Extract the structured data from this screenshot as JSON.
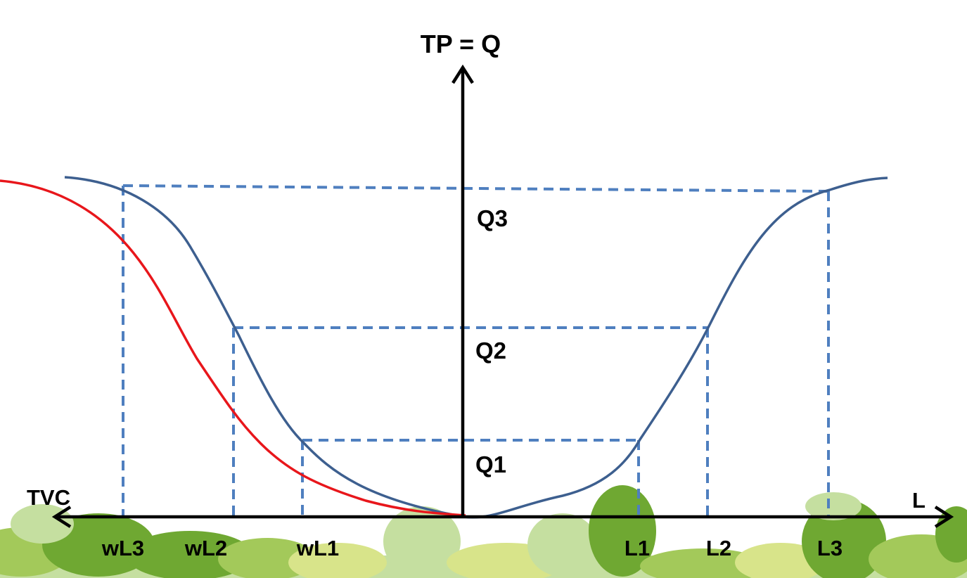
{
  "diagram": {
    "y_axis_label": "TP = Q",
    "left_axis_label": "TVC",
    "right_axis_label": "L",
    "levels": [
      "Q1",
      "Q2",
      "Q3"
    ],
    "right_ticks": [
      "L1",
      "L2",
      "L3"
    ],
    "left_ticks": [
      "wL1",
      "wL2",
      "wL3"
    ],
    "colors": {
      "axis": "#000000",
      "tp_curve": "#3d5f8f",
      "tvc_curve": "#e8161b",
      "guide_lines": "#4f7fbf",
      "tree_dark": "#6fa832",
      "tree_mid": "#a3c95a",
      "tree_light": "#c5dfa0",
      "tree_yellow": "#d8e48a"
    }
  }
}
